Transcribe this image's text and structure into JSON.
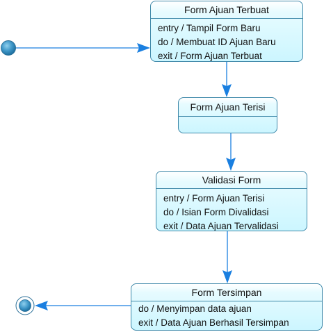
{
  "states": {
    "form_ajuan_terbuat": {
      "title": "Form Ajuan Terbuat",
      "actions": [
        "entry / Tampil Form Baru",
        "do / Membuat ID Ajuan Baru",
        "exit / Form Ajuan Terbuat"
      ]
    },
    "form_ajuan_terisi": {
      "title": "Form Ajuan Terisi",
      "actions": []
    },
    "validasi_form": {
      "title": "Validasi Form",
      "actions": [
        "entry / Form Ajuan Terisi",
        "do / Isian Form Divalidasi",
        "exit / Data Ajuan Tervalidasi"
      ]
    },
    "form_tersimpan": {
      "title": "Form Tersimpan",
      "actions": [
        "do / Menyimpan data ajuan",
        "exit / Data Ajuan Berhasil Tersimpan"
      ]
    }
  },
  "colors": {
    "state_border": "#3c87a8",
    "arrow": "#1a7fe0",
    "initial_node": "#2a7fb0"
  }
}
